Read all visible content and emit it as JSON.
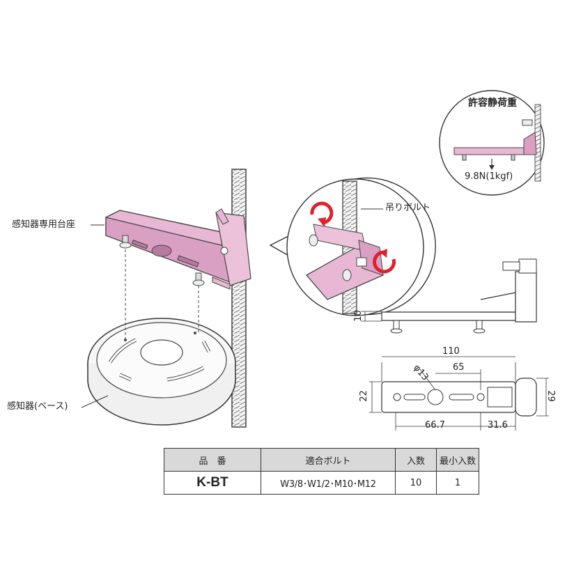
{
  "labels": {
    "bracket": "感知器専用台座",
    "detector_base": "感知器(ベース)",
    "hanging_bolt": "吊りボルト"
  },
  "inset": {
    "title": "許容静荷重",
    "load": "9.8N(1kgf)"
  },
  "dimensions": {
    "height_side": "10",
    "overall_length": "110",
    "hole_dia": "φ13",
    "slot_span": "65",
    "width_left": "22",
    "width_right": "29",
    "hole_to_end": "66.7",
    "end_length": "31.6"
  },
  "colors": {
    "bracket_pink": "#e8b7d3",
    "bracket_pink_dark": "#c98fb3",
    "arrow_red": "#e0202c",
    "header_gray": "#d9d9d9"
  },
  "table": {
    "headers": [
      "品　番",
      "適合ボルト",
      "入数",
      "最小入数"
    ],
    "row": {
      "part_no": "K-BT",
      "bolts": "W3/8･W1/2･M10･M12",
      "qty": "10",
      "min_qty": "1"
    }
  }
}
